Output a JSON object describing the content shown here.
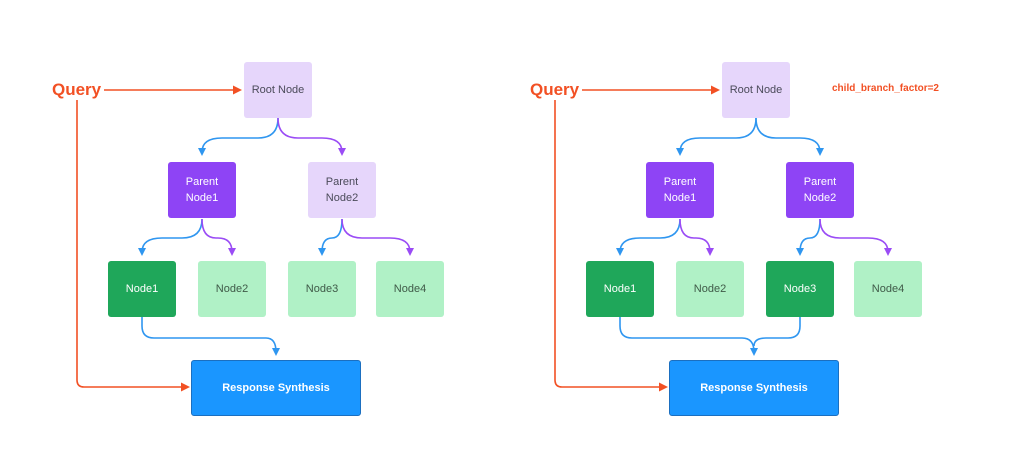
{
  "query_label": "Query",
  "branch_factor_label": "child_branch_factor=2",
  "nodes": {
    "root": "Root Node",
    "parent1": "Parent\nNode1",
    "parent2": "Parent\nNode2",
    "node1": "Node1",
    "node2": "Node2",
    "node3": "Node3",
    "node4": "Node4",
    "synthesis": "Response Synthesis"
  },
  "colors": {
    "query_arrow": "#f25024",
    "left_branch": "#2f96f0",
    "right_branch": "#9a4cf5",
    "selected_parent": "#8e44f5",
    "unselected_parent": "#e6d6fb",
    "selected_leaf": "#1fa75a",
    "unselected_leaf": "#b0f1c6",
    "synthesis": "#1a96ff"
  },
  "diagrams": [
    {
      "side": "left",
      "selected_parents": [
        "parent1"
      ],
      "selected_leaves": [
        "node1"
      ]
    },
    {
      "side": "right",
      "selected_parents": [
        "parent1",
        "parent2"
      ],
      "selected_leaves": [
        "node1",
        "node3"
      ],
      "shows_branch_factor": true
    }
  ]
}
